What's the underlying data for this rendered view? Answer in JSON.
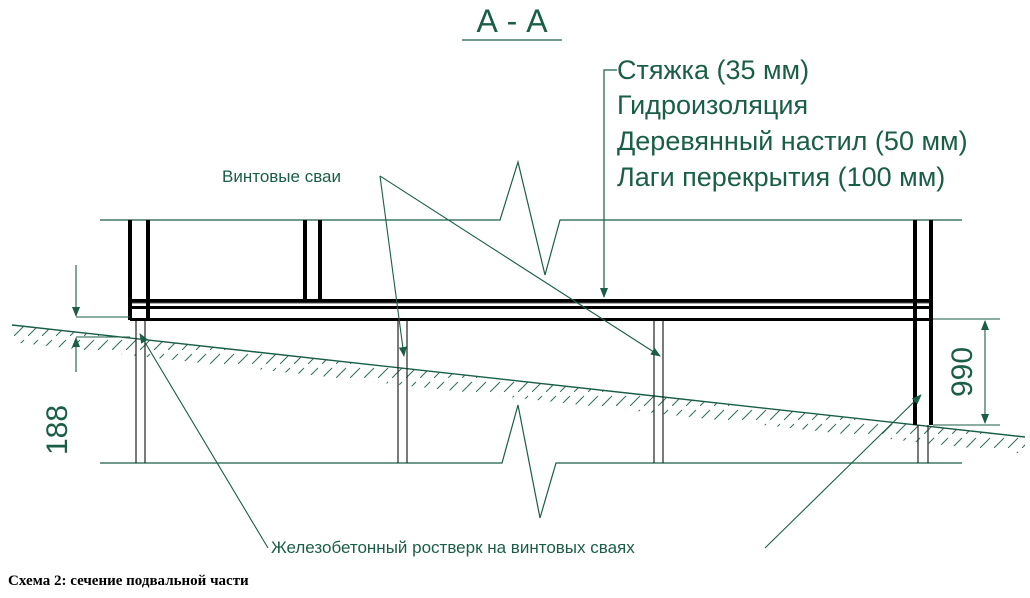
{
  "section_title": "А - А",
  "layers": [
    "Стяжка (35 мм)",
    "Гидроизоляция",
    "Деревянный настил (50 мм)",
    "Лаги перекрытия (100 мм)"
  ],
  "piles_label": "Винтовые сваи",
  "grillage_label": "Железобетонный ростверк на винтовых сваях",
  "dimension_left": "188",
  "dimension_right": "990",
  "caption": "Схема 2: сечение подвальной части",
  "colors": {
    "annotation": "#1a5e45",
    "structure": "#000000"
  }
}
